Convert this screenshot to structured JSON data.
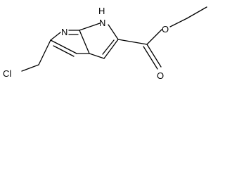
{
  "molecule": {
    "atoms": {
      "cl": "Cl",
      "n_pyridine": "N",
      "nh_label": "H",
      "n_pyrrole": "N",
      "o_ester": "O",
      "o_carbonyl": "O"
    },
    "colors": {
      "ink": "#000000",
      "background": "#ffffff"
    }
  }
}
